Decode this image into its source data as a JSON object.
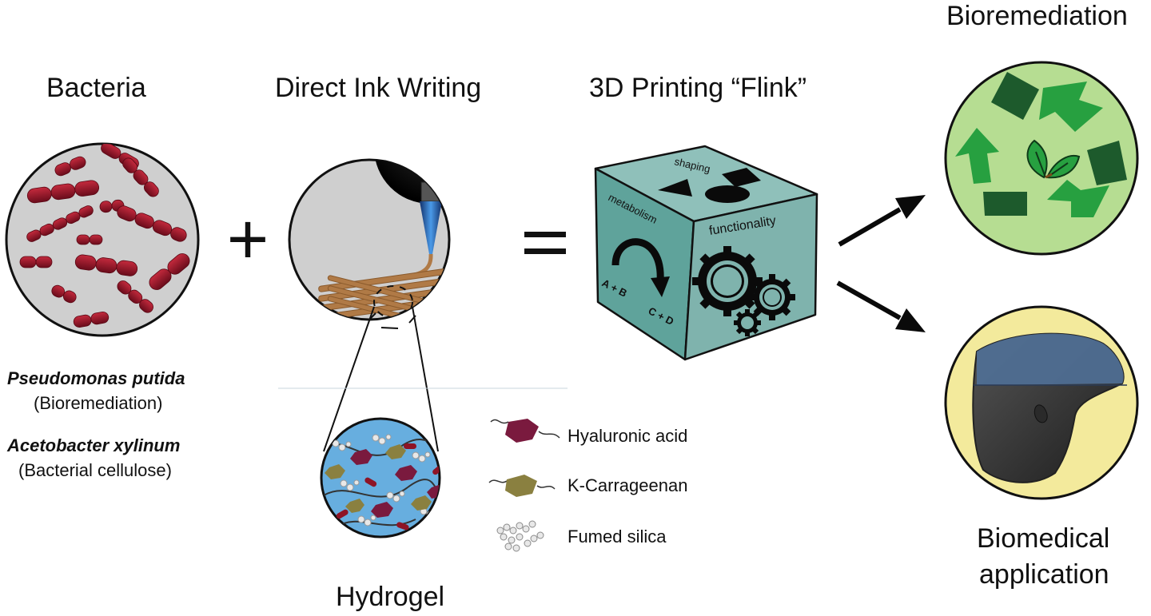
{
  "headers": {
    "bacteria": "Bacteria",
    "direct_ink": "Direct Ink Writing",
    "flink": "3D Printing “Flink”",
    "bioremediation": "Bioremediation",
    "biomedical_line1": "Biomedical",
    "biomedical_line2": "application",
    "hydrogel": "Hydrogel"
  },
  "species": [
    {
      "name": "Pseudomonas putida",
      "use": "(Bioremediation)"
    },
    {
      "name": "Acetobacter xylinum",
      "use": "(Bacterial cellulose)"
    }
  ],
  "operators": {
    "plus": "+",
    "equals": "="
  },
  "cube": {
    "top": "shaping",
    "left": "metabolism",
    "right": "functionality",
    "reaction_in": "A + B",
    "reaction_out": "C + D"
  },
  "legend": [
    {
      "label": "Hyaluronic acid",
      "color": "#7a1a3e"
    },
    {
      "label": "Κ-Carrageenan",
      "color": "#8a8040"
    },
    {
      "label": "Fumed silica",
      "color": "#c8c8c8"
    }
  ],
  "colors": {
    "bacteria": "#8e1426",
    "cube": "#7fb3ad",
    "bioremediation_bg": "#b6dd92",
    "recycle_light": "#27a040",
    "recycle_dark": "#1d5a2c",
    "biomedical_bg": "#f3ea9c",
    "nozzle": "#2c6cc0",
    "fiber": "#b07a46",
    "hydrogel_bg": "#67aedf"
  }
}
